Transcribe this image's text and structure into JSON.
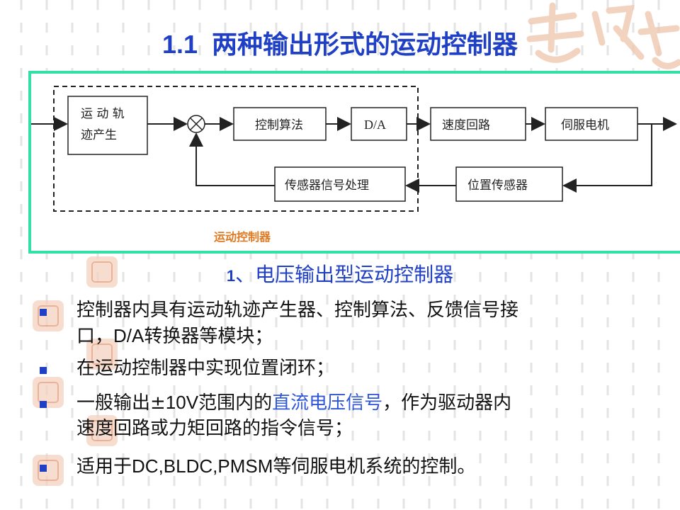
{
  "slide": {
    "title_number": "1.1",
    "title_text": "两种输出形式的运动控制器"
  },
  "diagram": {
    "blocks": {
      "trajectory_line1": "运 动 轨",
      "trajectory_line2": "迹产生",
      "control_algorithm": "控制算法",
      "da": "D/A",
      "speed_loop": "速度回路",
      "servo_motor": "伺服电机",
      "sensor_processing": "传感器信号处理",
      "position_sensor": "位置传感器"
    },
    "controller_caption": "运动控制器",
    "sum_symbol": "⊗",
    "colors": {
      "frame_border": "#33e0a6",
      "caption": "#e07a22"
    }
  },
  "section": {
    "number": "1",
    "separator": "、",
    "heading": "电压输出型运动控制器"
  },
  "bullets": [
    {
      "line1": "控制器内具有运动轨迹产生器、控制算法、反馈信号接",
      "line2_a": "口，",
      "line2_b": "D/A",
      "line2_c": "转换器等模块；"
    },
    {
      "text": "在运动控制器中实现位置闭环；"
    },
    {
      "line1_a": "一般输出±",
      "line1_b": "10V",
      "line1_c": "范围内的",
      "line1_hl": "直流电压信号",
      "line1_d": "，作为驱动器内",
      "line2": "速度回路或力矩回路的指令信号；"
    },
    {
      "a": "适用于",
      "b": "DC,BLDC,PMSM",
      "c": "等伺服电机系统的控制。"
    }
  ],
  "colors": {
    "title": "#1f3fc4",
    "highlight": "#2f55d8",
    "bullet": "#1f3fc4"
  },
  "decor_icons": [
    "seal-stamp-icon"
  ]
}
